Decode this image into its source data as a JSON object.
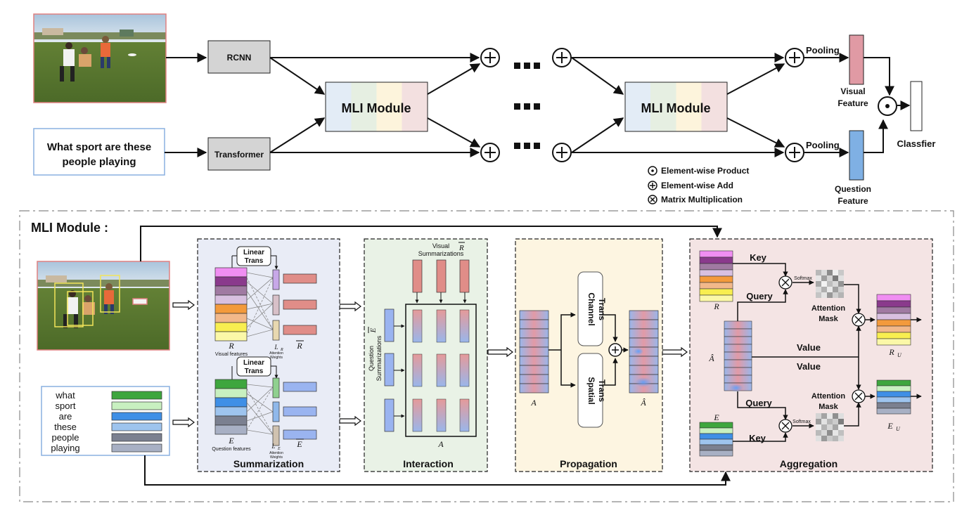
{
  "top": {
    "question": [
      "What sport are these",
      "people playing"
    ],
    "rcnn": "RCNN",
    "transformer": "Transformer",
    "mli_module": "MLI Module",
    "pooling": "Pooling",
    "visual_feature": [
      "Visual",
      "Feature"
    ],
    "question_feature": [
      "Question",
      "Feature"
    ],
    "classifier": "Classfier",
    "legend": [
      "Element-wise Product",
      "Element-wise Add",
      "Matrix Multiplication"
    ]
  },
  "module": {
    "title": "MLI Module :",
    "words": [
      "what",
      "sport",
      "are",
      "these",
      "people",
      "playing"
    ],
    "summarization": {
      "title": "Summarization",
      "linear_trans": [
        "Linear",
        "Trans"
      ],
      "visual_features": "Visual features",
      "question_features": "Question features",
      "R": "R",
      "E": "E",
      "R_bar": "R",
      "E_bar": "E",
      "L_R": "L",
      "L_R_sub": "R",
      "L_E": "L",
      "L_E_sub": "E",
      "attention_weights": [
        "Attention",
        "Weights"
      ]
    },
    "interaction": {
      "title": "Interaction",
      "visual_summarizations": [
        "Visual",
        "Summarizations"
      ],
      "question_summarizations": [
        "Question",
        "Summarizations"
      ],
      "R_bar": "R",
      "E_bar": "E",
      "A": "A"
    },
    "propagation": {
      "title": "Propagation",
      "channel_trans": [
        "Channel",
        "Trans"
      ],
      "spatial_trans": [
        "Spatial",
        "Trans"
      ],
      "A": "A",
      "A_hat": "Â"
    },
    "aggregation": {
      "title": "Aggregation",
      "key": "Key",
      "query": "Query",
      "value": "Value",
      "softmax": "Softmax",
      "attention_mask": [
        "Attention",
        "Mask"
      ],
      "R": "R",
      "E": "E",
      "A_hat": "Â",
      "R_U": "R",
      "R_U_sub": "U",
      "E_U": "E",
      "E_U_sub": "U"
    }
  },
  "colors": {
    "image_border": "#e08080",
    "text_border": "#8ab0e0",
    "summ_bg": "#e9ecf6",
    "inter_bg": "#e9f2e6",
    "prop_bg": "#fdf5e1",
    "agg_bg": "#f4e4e4",
    "visual_feature": "#e09aa4",
    "question_feature": "#7fb0e4"
  }
}
